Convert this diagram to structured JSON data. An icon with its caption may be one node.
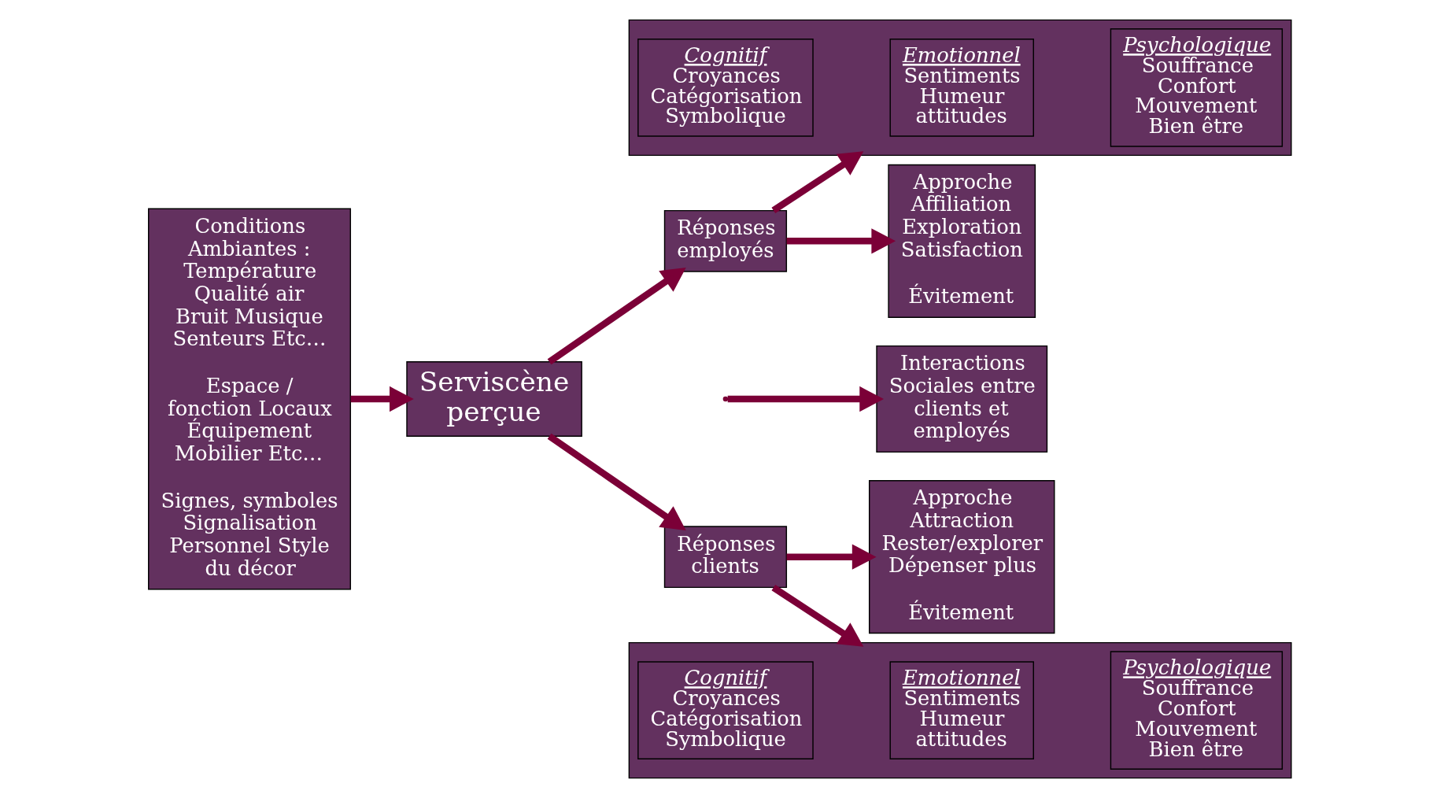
{
  "diagram": {
    "nodes": [
      {
        "text": [
          "Conditions Ambiantes : Température Qualité air Bruit Musique Senteurs Etc…",
          "Espace / fonction Locaux Équipement Mobilier Etc…",
          "Signes, symboles Signalisation Personnel Style du décor"
        ]
      },
      {
        "text": [],
        "shape": "box"
      },
      {
        "text": [
          "Cognitif",
          "Croyances Catégorisation Symbolique"
        ],
        "in": 1
      },
      {
        "text": [
          "Emotionnel",
          "Sentiments Humeur attitudes"
        ],
        "in": 1
      },
      {
        "text": [
          "Psychologique",
          "Souffrance Confort Mouvement Bien être"
        ],
        "in": 1
      },
      {
        "text": [
          "Approche Affiliation Exploration Satisfaction",
          "Évitement"
        ]
      },
      {
        "text": [
          "Serviscène perçue"
        ]
      },
      {
        "text": [
          "Réponses employés"
        ]
      },
      {
        "text": [
          "Interactions Sociales entre clients et employés"
        ]
      },
      {
        "text": [
          "Réponses clients"
        ]
      },
      {
        "text": [
          "Approche Attraction Rester/explorer Dépenser plus",
          "Évitement"
        ]
      },
      {
        "text": [],
        "shape": "box"
      },
      {
        "text": [
          "Cognitif",
          "Croyances Catégorisation Symbolique"
        ],
        "in": 11
      },
      {
        "text": [
          "Emotionnel",
          "Sentiments Humeur attitudes"
        ],
        "in": 11
      },
      {
        "text": [
          "Psychologique",
          "Souffrance Confort Mouvement Bien être"
        ],
        "in": 11
      }
    ],
    "edges": [
      {
        "from": 0,
        "to": 6,
        "arrow": "to"
      },
      {
        "from": 6,
        "to": 7,
        "arrow": "to"
      },
      {
        "from": 6,
        "to": 9,
        "arrow": "to"
      },
      {
        "from": 7,
        "to": 1,
        "arrow": "to"
      },
      {
        "from": 9,
        "to": 11,
        "arrow": "to"
      },
      {
        "from": 7,
        "to": 5,
        "arrow": "to"
      },
      {
        "from": null,
        "to": 8,
        "arrow": "to"
      },
      {
        "from": 9,
        "to": 10,
        "arrow": "to"
      }
    ]
  }
}
